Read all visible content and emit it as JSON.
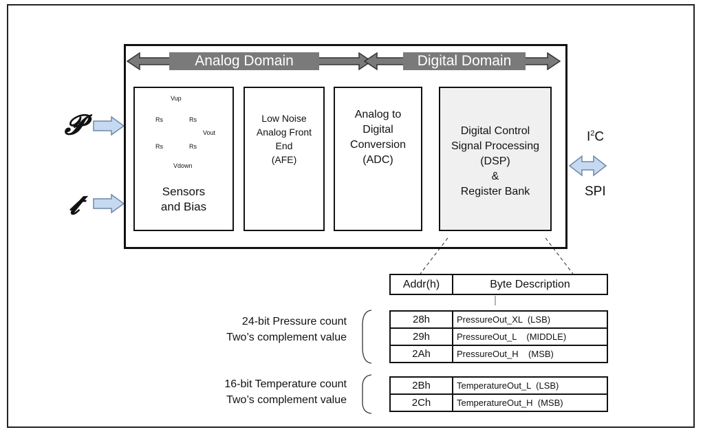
{
  "domains": {
    "analog": "Analog Domain",
    "digital": "Digital Domain"
  },
  "inputs": {
    "pressure_symbol": "𝓟",
    "temperature_symbol": "𝓽"
  },
  "sensor": {
    "vup": "Vup",
    "vdown": "Vdown",
    "vout": "Vout",
    "rs_tl": "Rs",
    "rs_tr": "Rs",
    "rs_bl": "Rs",
    "rs_br": "Rs",
    "label": "Sensors\nand Bias"
  },
  "blocks": {
    "afe": "Low Noise\nAnalog Front\nEnd\n(AFE)",
    "adc": "Analog to\nDigital\nConversion\n(ADC)",
    "dsp": "Digital Control\nSignal Processing\n(DSP)\n&\nRegister Bank"
  },
  "interface": {
    "i2c_main": "I",
    "i2c_sup": "2",
    "i2c_tail": "C",
    "spi": "SPI"
  },
  "table": {
    "header_addr": "Addr(h)",
    "header_desc": "Byte Description",
    "pressure_rows": [
      {
        "addr": "28h",
        "desc": "PressureOut_XL  (LSB)"
      },
      {
        "addr": "29h",
        "desc": "PressureOut_L    (MIDDLE)"
      },
      {
        "addr": "2Ah",
        "desc": "PressureOut_H    (MSB)"
      }
    ],
    "temperature_rows": [
      {
        "addr": "2Bh",
        "desc": "TemperatureOut_L  (LSB)"
      },
      {
        "addr": "2Ch",
        "desc": "TemperatureOut_H  (MSB)"
      }
    ]
  },
  "groups": {
    "pressure_line1": "24-bit Pressure count",
    "pressure_line2": "Two’s complement value",
    "temperature_line1": "16-bit Temperature count",
    "temperature_line2": "Two’s complement value"
  },
  "colors": {
    "domain_bar": "#7a7a7a",
    "dsp_fill": "#f0f0f0",
    "input_arrow": "#c5d9f1",
    "input_arrow_stroke": "#6f87a8"
  }
}
